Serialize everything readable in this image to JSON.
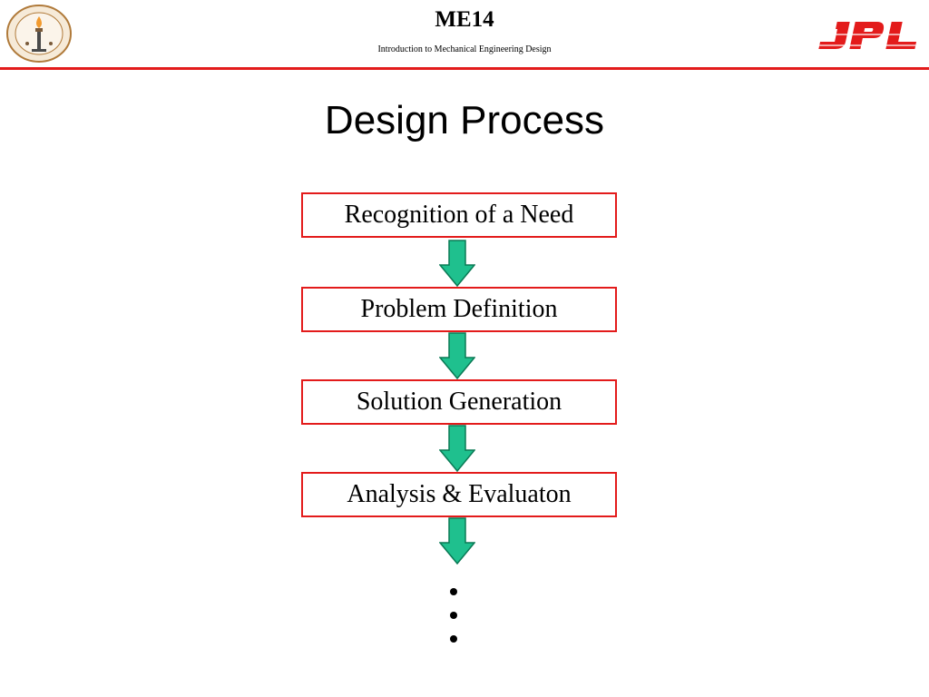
{
  "header": {
    "course_code": "ME14",
    "course_name": "Introduction to Mechanical Engineering Design",
    "left_logo": "caltech-seal",
    "right_logo": "jpl-logo",
    "rule_color": "#e31b1b"
  },
  "title": "Design Process",
  "steps": [
    {
      "label": "Recognition of a Need"
    },
    {
      "label": "Problem Definition"
    },
    {
      "label": "Solution Generation"
    },
    {
      "label": "Analysis & Evaluaton"
    }
  ],
  "colors": {
    "box_border": "#e31b1b",
    "arrow_fill": "#1fc08e",
    "arrow_stroke": "#0a7a55",
    "jpl_red": "#e31b1b"
  },
  "continuation_symbol": "vertical-ellipsis"
}
